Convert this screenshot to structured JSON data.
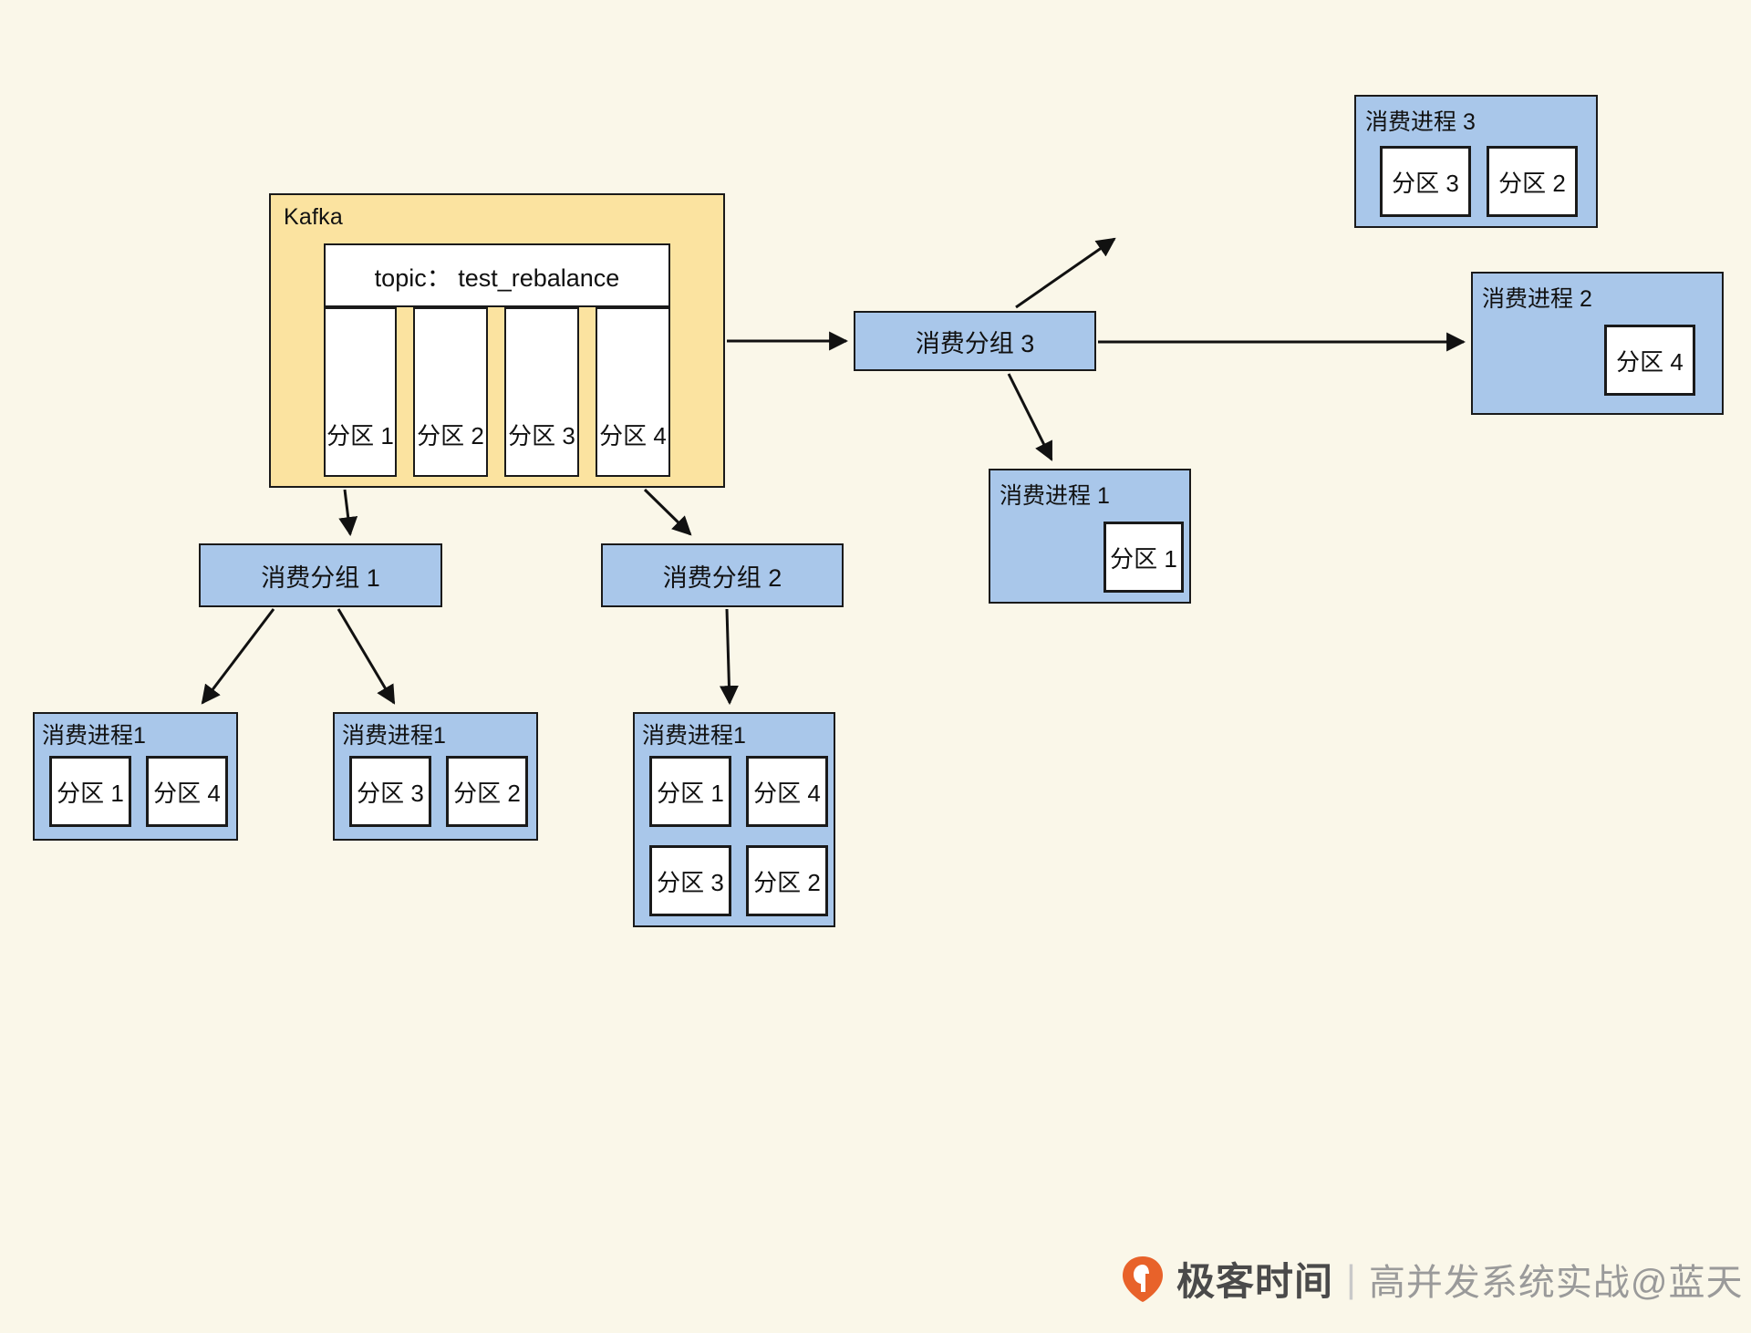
{
  "diagram": {
    "background_color": "#faf7e9",
    "kafka": {
      "label": "Kafka",
      "fill": "#fbe3a0",
      "topic_label": "topic： test_rebalance",
      "partitions": [
        "分区 1",
        "分区 2",
        "分区 3",
        "分区 4"
      ]
    },
    "groups": [
      {
        "id": "group1",
        "label": "消费分组 1",
        "fill": "#a9c7ea"
      },
      {
        "id": "group2",
        "label": "消费分组 2",
        "fill": "#a9c7ea"
      },
      {
        "id": "group3",
        "label": "消费分组 3",
        "fill": "#a9c7ea"
      }
    ],
    "processes": [
      {
        "id": "g1p1",
        "label": "消费进程1",
        "partitions": [
          "分区 1",
          "分区 4"
        ]
      },
      {
        "id": "g1p2",
        "label": "消费进程1",
        "partitions": [
          "分区 3",
          "分区 2"
        ]
      },
      {
        "id": "g2p1",
        "label": "消费进程1",
        "partitions": [
          "分区 1",
          "分区 4",
          "分区 3",
          "分区 2"
        ]
      },
      {
        "id": "g3p3",
        "label": "消费进程 3",
        "partitions": [
          "分区 3",
          "分区 2"
        ]
      },
      {
        "id": "g3p2",
        "label": "消费进程 2",
        "partitions": [
          "分区 4"
        ]
      },
      {
        "id": "g3p1",
        "label": "消费进程 1",
        "partitions": [
          "分区 1"
        ]
      }
    ],
    "watermark": {
      "brand": "极客时间",
      "separator": "|",
      "subtitle": "高并发系统实战@蓝天",
      "logo_color": "#e8622a"
    }
  }
}
